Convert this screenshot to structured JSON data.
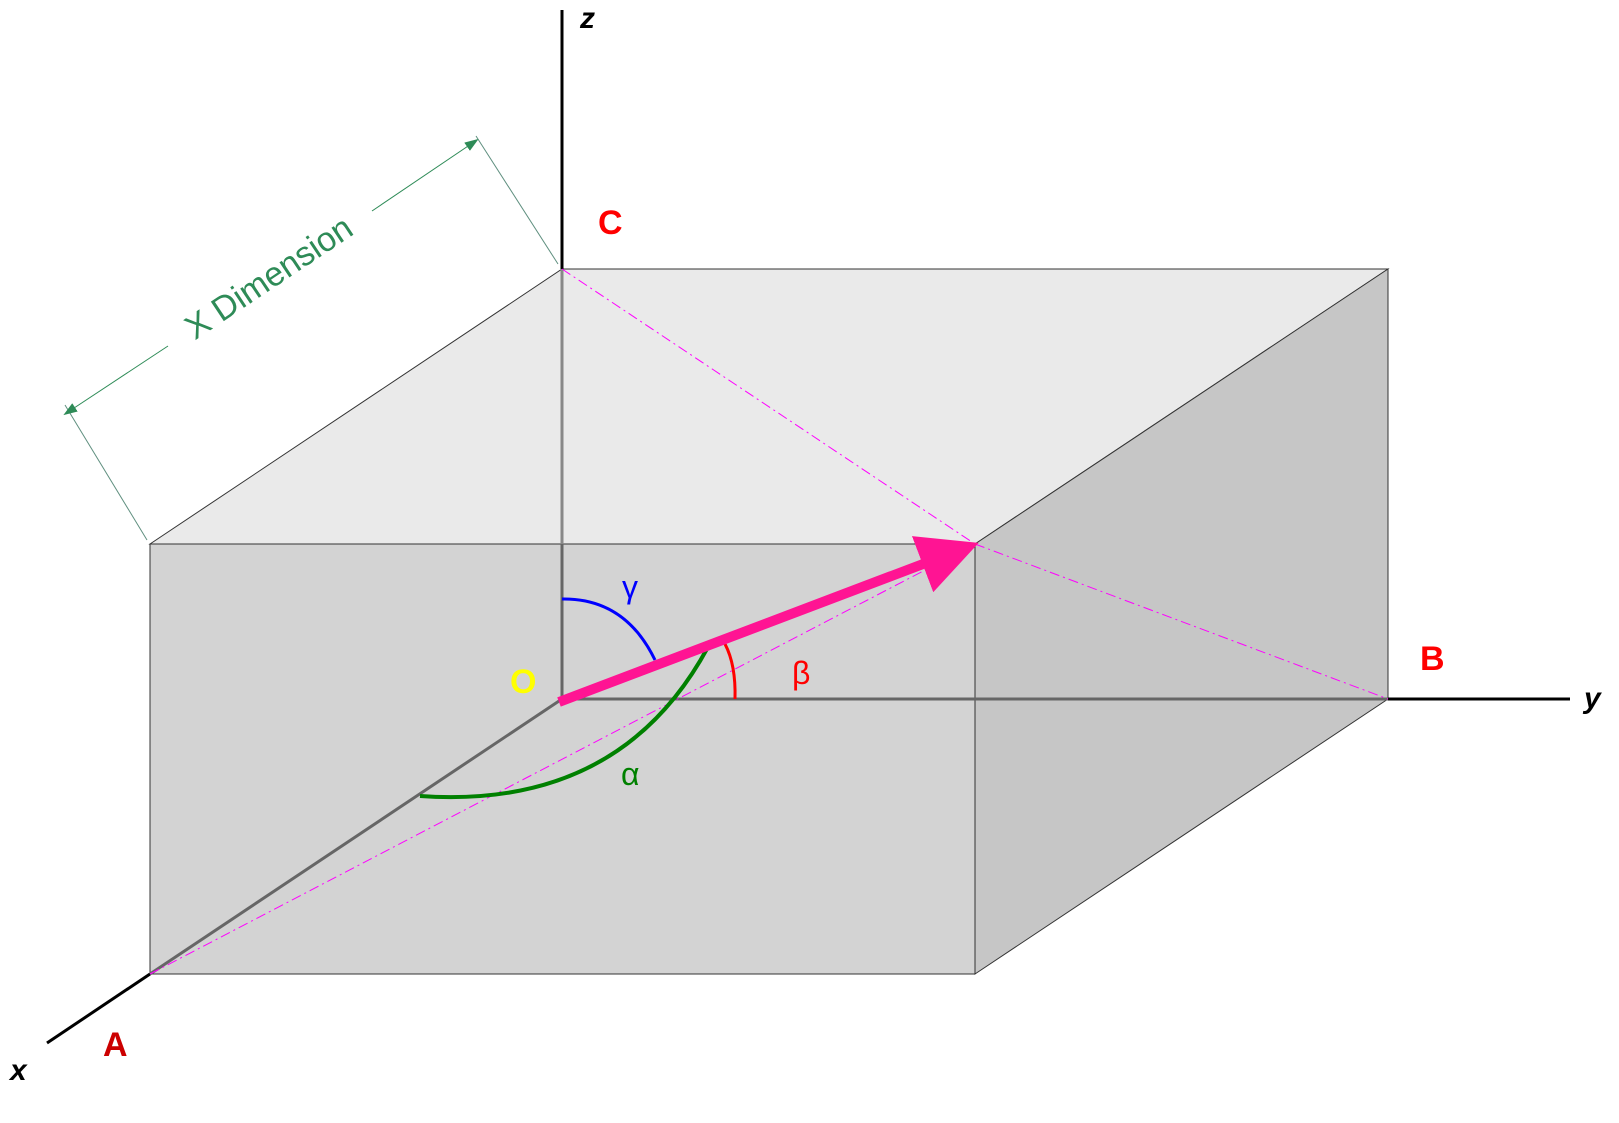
{
  "axes": {
    "x": "x",
    "y": "y",
    "z": "z"
  },
  "points": {
    "origin": "O",
    "a": "A",
    "b": "B",
    "c": "C"
  },
  "angles": {
    "alpha": "α",
    "beta": "β",
    "gamma": "γ"
  },
  "dimension": {
    "label": "X Dimension"
  },
  "colors": {
    "top_face": "#eaeaea",
    "front_face": "#d3d3d3",
    "side_face": "#c6c6c6",
    "vector": "#ff1493",
    "projection_lines": "#ff00ff",
    "alpha": "#008000",
    "beta": "#ff0000",
    "gamma": "#0000ff",
    "origin_label": "#ffff00",
    "point_labels": "#ff0000",
    "dimension": "#2e8b57"
  }
}
